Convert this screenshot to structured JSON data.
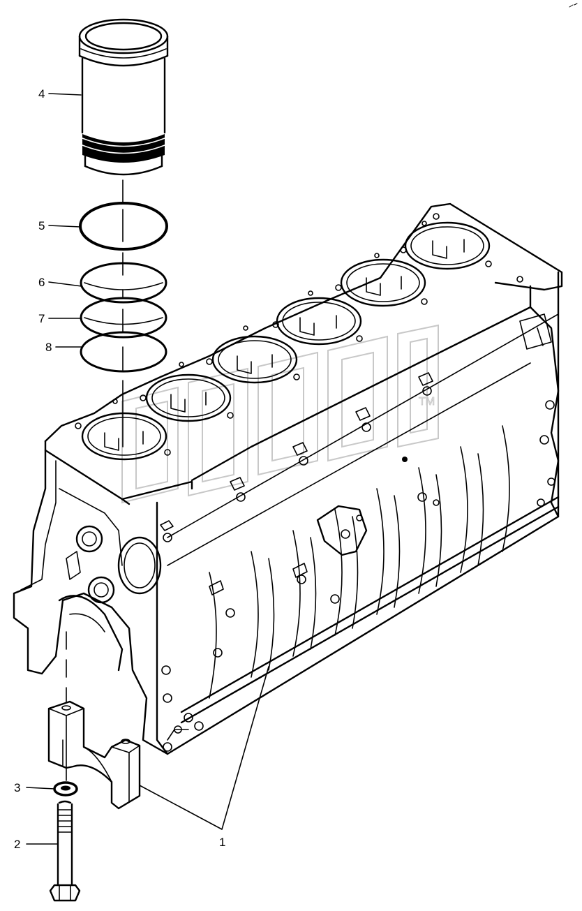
{
  "callouts": [
    {
      "id": "1",
      "label": "1"
    },
    {
      "id": "2",
      "label": "2"
    },
    {
      "id": "3",
      "label": "3"
    },
    {
      "id": "4",
      "label": "4"
    },
    {
      "id": "5",
      "label": "5"
    },
    {
      "id": "6",
      "label": "6"
    },
    {
      "id": "7",
      "label": "7"
    },
    {
      "id": "8",
      "label": "8"
    }
  ],
  "colors": {
    "line": "#000000",
    "background": "#ffffff",
    "watermark": "#c8c8c8"
  },
  "icons": {
    "watermark": "watermark-logo",
    "corner_mark": "corner-mark-icon"
  }
}
